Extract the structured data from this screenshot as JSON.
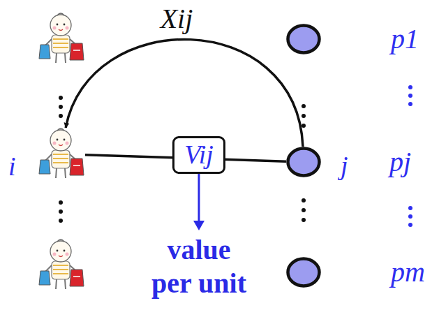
{
  "diagram": {
    "nodes": [
      {
        "text": [
          "p1"
        ]
      },
      {
        "text": [
          "i"
        ]
      },
      {
        "text": [
          "j",
          "pj"
        ]
      },
      {
        "text": [
          "pm"
        ]
      }
    ],
    "edges": [
      {
        "from": 2,
        "to": 1,
        "arrow": "to",
        "label": "Xij"
      },
      {
        "from": 1,
        "to": 2,
        "arrow": "none",
        "label": "Vij"
      }
    ],
    "labels": [
      "value per unit"
    ]
  }
}
